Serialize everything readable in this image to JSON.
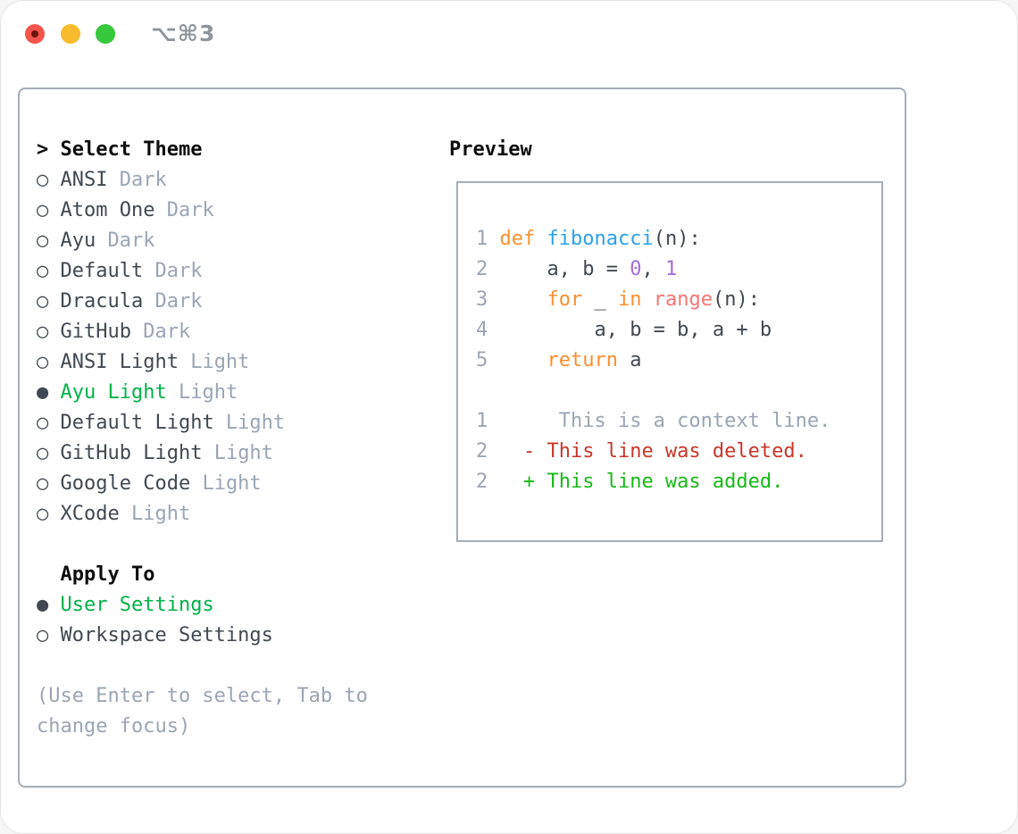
{
  "window": {
    "shortcut_label": "⌥⌘3",
    "traffic_lights": [
      "close",
      "minimize",
      "zoom"
    ]
  },
  "colors": {
    "light-red": "#f4544d",
    "light-red-dot": "#6e130d",
    "light-yellow": "#f8bb2d",
    "light-green": "#36c93c",
    "titlebar-text": "#8f959c",
    "border": "#a4adb8",
    "heading": "#0d0d0d",
    "ink": "#414851",
    "muted": "#9ba5b3",
    "accent-green": "#00b248",
    "code-orange": "#f9902e",
    "code-blue": "#2ba1ea",
    "code-purple": "#a26fd9",
    "code-coral": "#f87474",
    "diff-red": "#c9362a",
    "diff-green": "#17b917"
  },
  "theme_picker": {
    "header_prefix": ">",
    "header_label": "Select Theme",
    "bullet_unselected": "○",
    "bullet_selected": "●",
    "items": [
      {
        "name": "ANSI",
        "variant": "Dark",
        "selected": false
      },
      {
        "name": "Atom One",
        "variant": "Dark",
        "selected": false
      },
      {
        "name": "Ayu",
        "variant": "Dark",
        "selected": false
      },
      {
        "name": "Default",
        "variant": "Dark",
        "selected": false
      },
      {
        "name": "Dracula",
        "variant": "Dark",
        "selected": false
      },
      {
        "name": "GitHub",
        "variant": "Dark",
        "selected": false
      },
      {
        "name": "ANSI Light",
        "variant": "Light",
        "selected": false
      },
      {
        "name": "Ayu Light",
        "variant": "Light",
        "selected": true
      },
      {
        "name": "Default Light",
        "variant": "Light",
        "selected": false
      },
      {
        "name": "GitHub Light",
        "variant": "Light",
        "selected": false
      },
      {
        "name": "Google Code",
        "variant": "Light",
        "selected": false
      },
      {
        "name": "XCode",
        "variant": "Light",
        "selected": false
      }
    ],
    "apply_to": {
      "label": "Apply To",
      "options": [
        {
          "name": "User Settings",
          "selected": true
        },
        {
          "name": "Workspace Settings",
          "selected": false
        }
      ]
    },
    "hint_lines": [
      "(Use Enter to select, Tab to",
      "change focus)"
    ]
  },
  "preview": {
    "label": "Preview",
    "code_lines": [
      {
        "num": "1",
        "segments": [
          {
            "t": "def ",
            "c": "kw"
          },
          {
            "t": "fibonacci",
            "c": "fn"
          },
          {
            "t": "(n):",
            "c": "plain"
          }
        ]
      },
      {
        "num": "2",
        "segments": [
          {
            "t": "    a, b = ",
            "c": "plain"
          },
          {
            "t": "0",
            "c": "lit"
          },
          {
            "t": ", ",
            "c": "plain"
          },
          {
            "t": "1",
            "c": "lit"
          }
        ]
      },
      {
        "num": "3",
        "segments": [
          {
            "t": "    ",
            "c": "plain"
          },
          {
            "t": "for",
            "c": "kw"
          },
          {
            "t": " _ ",
            "c": "plain"
          },
          {
            "t": "in",
            "c": "kw"
          },
          {
            "t": " ",
            "c": "plain"
          },
          {
            "t": "range",
            "c": "call"
          },
          {
            "t": "(n):",
            "c": "plain"
          }
        ]
      },
      {
        "num": "4",
        "segments": [
          {
            "t": "        a, b = b, a + b",
            "c": "plain"
          }
        ]
      },
      {
        "num": "5",
        "segments": [
          {
            "t": "    ",
            "c": "plain"
          },
          {
            "t": "return",
            "c": "kw"
          },
          {
            "t": " a",
            "c": "plain"
          }
        ]
      },
      {
        "num": "",
        "segments": []
      },
      {
        "num": "1",
        "segments": [
          {
            "t": "     This is a context line.",
            "c": "ctx"
          }
        ]
      },
      {
        "num": "2",
        "segments": [
          {
            "t": "  - This line was deleted.",
            "c": "del"
          }
        ]
      },
      {
        "num": "2",
        "segments": [
          {
            "t": "  + This line was added.",
            "c": "add"
          }
        ]
      }
    ]
  }
}
